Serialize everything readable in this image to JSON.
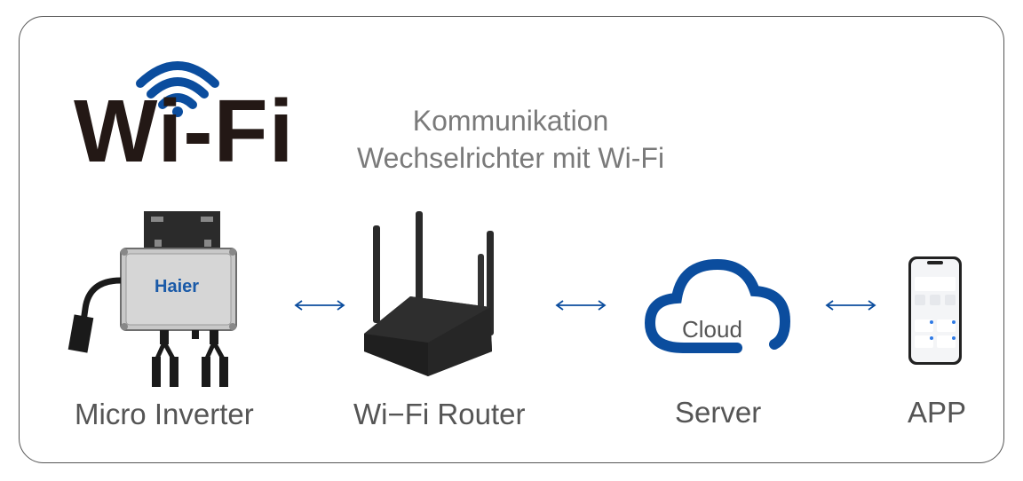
{
  "logo": {
    "text": "Wi-Fi",
    "color_text": "#231815",
    "color_waves": "#0b4d9e"
  },
  "title": {
    "line1": "Kommunikation",
    "line2": "Wechselrichter mit Wi-Fi"
  },
  "nodes": {
    "inverter": {
      "label": "Micro Inverter",
      "brand": "Haier"
    },
    "router": {
      "label": "Wi−Fi Router"
    },
    "server": {
      "label": "Server",
      "cloud_text": "Cloud"
    },
    "app": {
      "label": "APP"
    }
  },
  "colors": {
    "accent": "#0b4d9e",
    "label_gray": "#555555",
    "title_gray": "#7a7a7a"
  },
  "arrows": [
    "bidirectional",
    "bidirectional",
    "bidirectional"
  ]
}
